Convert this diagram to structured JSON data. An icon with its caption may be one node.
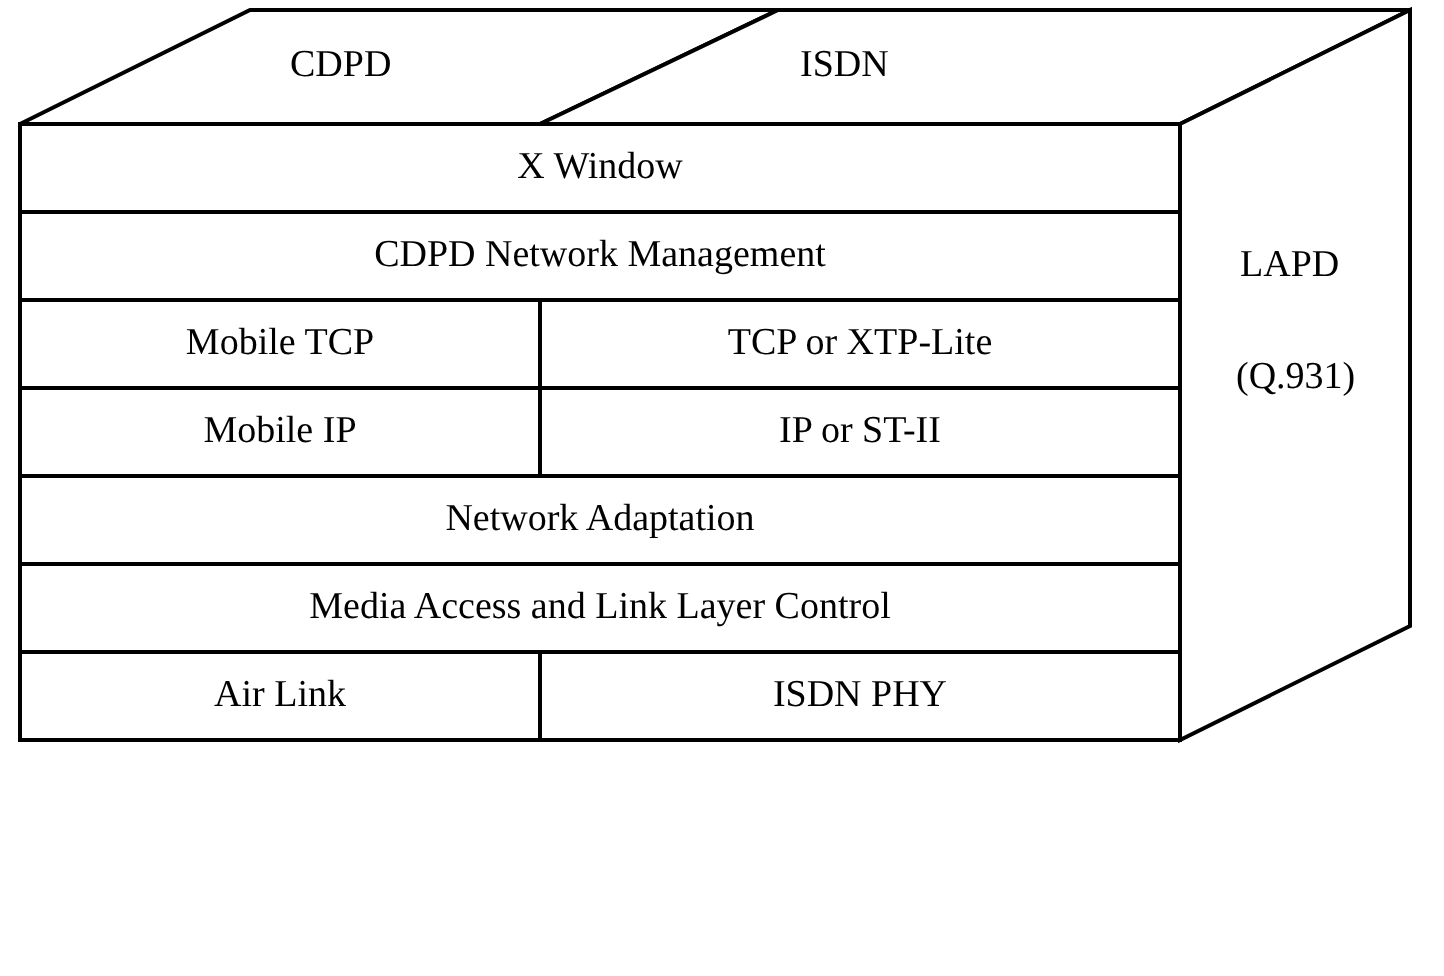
{
  "diagram": {
    "nodes": [
      {
        "text": [
          "CDPD"
        ]
      },
      {
        "text": [
          "ISDN"
        ]
      },
      {
        "text": [
          "X Window"
        ]
      },
      {
        "text": [
          "CDPD Network Management"
        ]
      },
      {
        "text": [
          "Mobile TCP"
        ]
      },
      {
        "text": [
          "TCP or XTP-Lite"
        ]
      },
      {
        "text": [
          "Mobile IP"
        ]
      },
      {
        "text": [
          "IP or ST-II"
        ]
      },
      {
        "text": [
          "Network Adaptation"
        ]
      },
      {
        "text": [
          "Media Access and Link Layer Control"
        ]
      },
      {
        "text": [
          "Air Link"
        ]
      },
      {
        "text": [
          "ISDN PHY"
        ]
      },
      {
        "text": [
          "LAPD",
          "(Q.931)"
        ]
      }
    ]
  }
}
